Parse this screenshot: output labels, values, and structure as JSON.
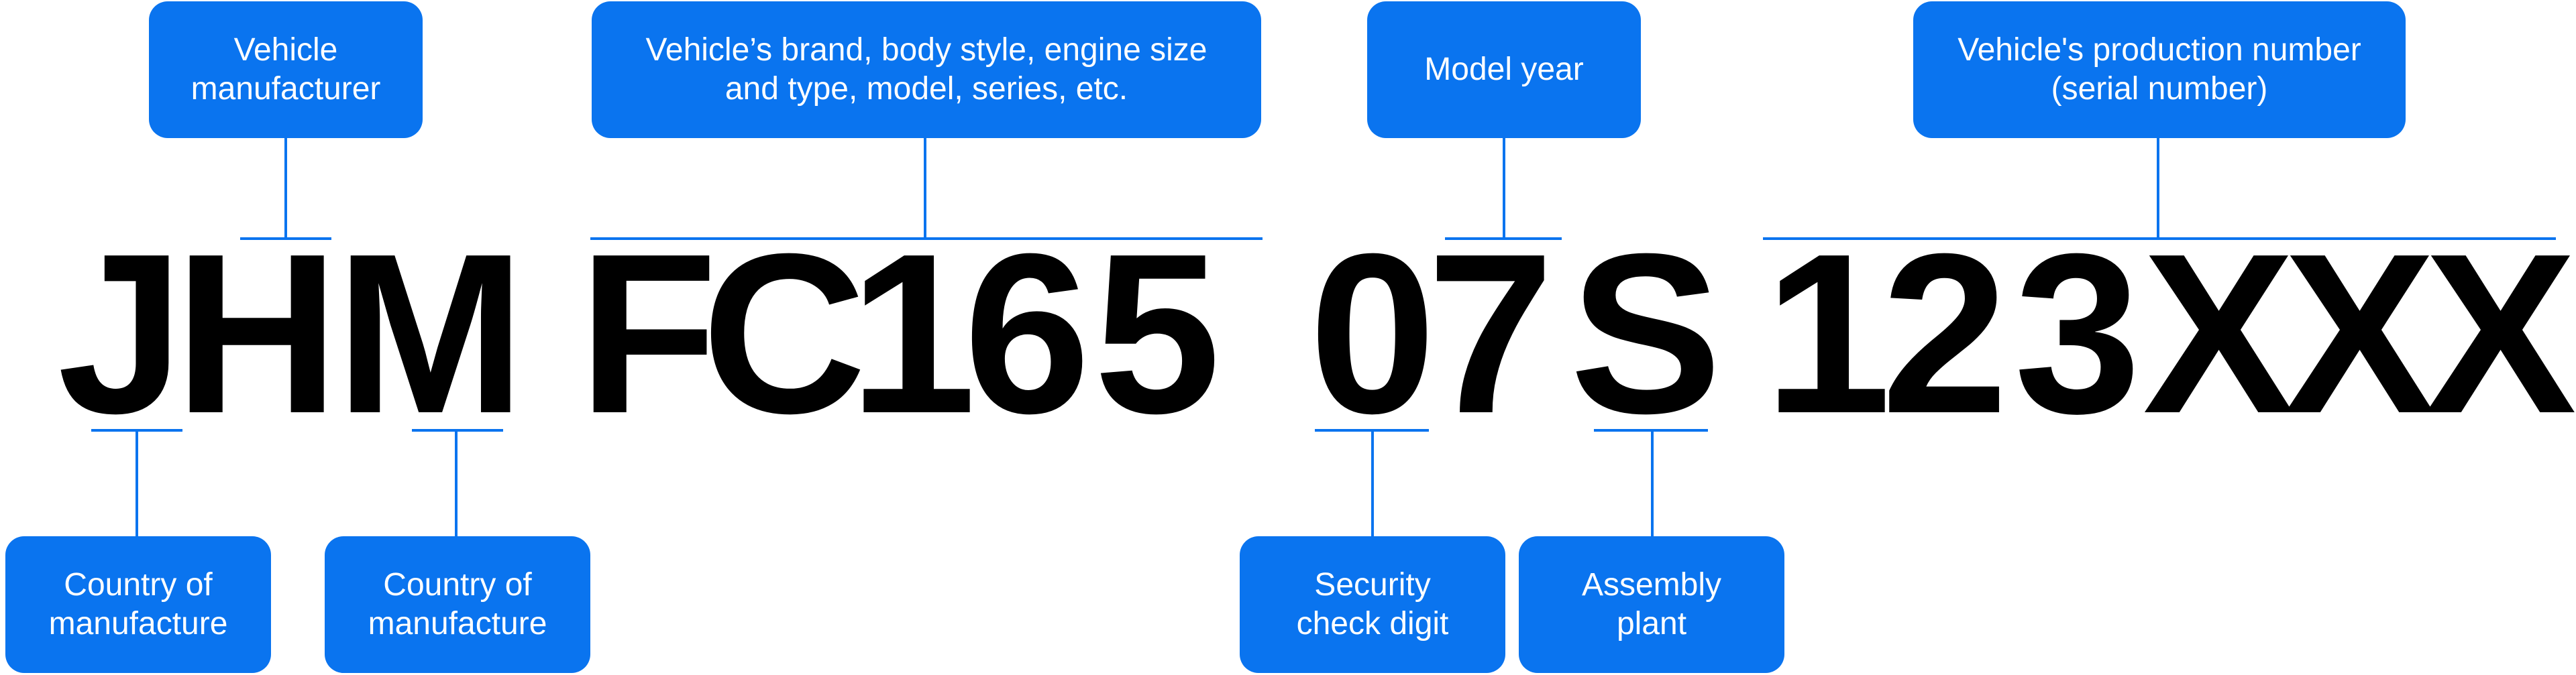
{
  "colors": {
    "box": "#0A74EF",
    "line": "#0A74EF",
    "text": "#000000"
  },
  "vin": {
    "chars": [
      "J",
      "H",
      "M",
      "F",
      "C",
      "1",
      "6",
      "5",
      "0",
      "7",
      "S",
      "1",
      "2",
      "3",
      "X",
      "X",
      "X"
    ]
  },
  "labels": {
    "vehicle_manufacturer": [
      "Vehicle",
      "manufacturer"
    ],
    "vehicle_descriptor": [
      "Vehicle’s brand, body style, engine size",
      "and type, model, series, etc."
    ],
    "model_year": [
      "Model year"
    ],
    "production_number": [
      "Vehicle's production number",
      "(serial number)"
    ],
    "country_of_manufacture_1": [
      "Country of",
      "manufacture"
    ],
    "country_of_manufacture_2": [
      "Country of",
      "manufacture"
    ],
    "security_check_digit": [
      "Security",
      "check digit"
    ],
    "assembly_plant": [
      "Assembly",
      "plant"
    ]
  }
}
